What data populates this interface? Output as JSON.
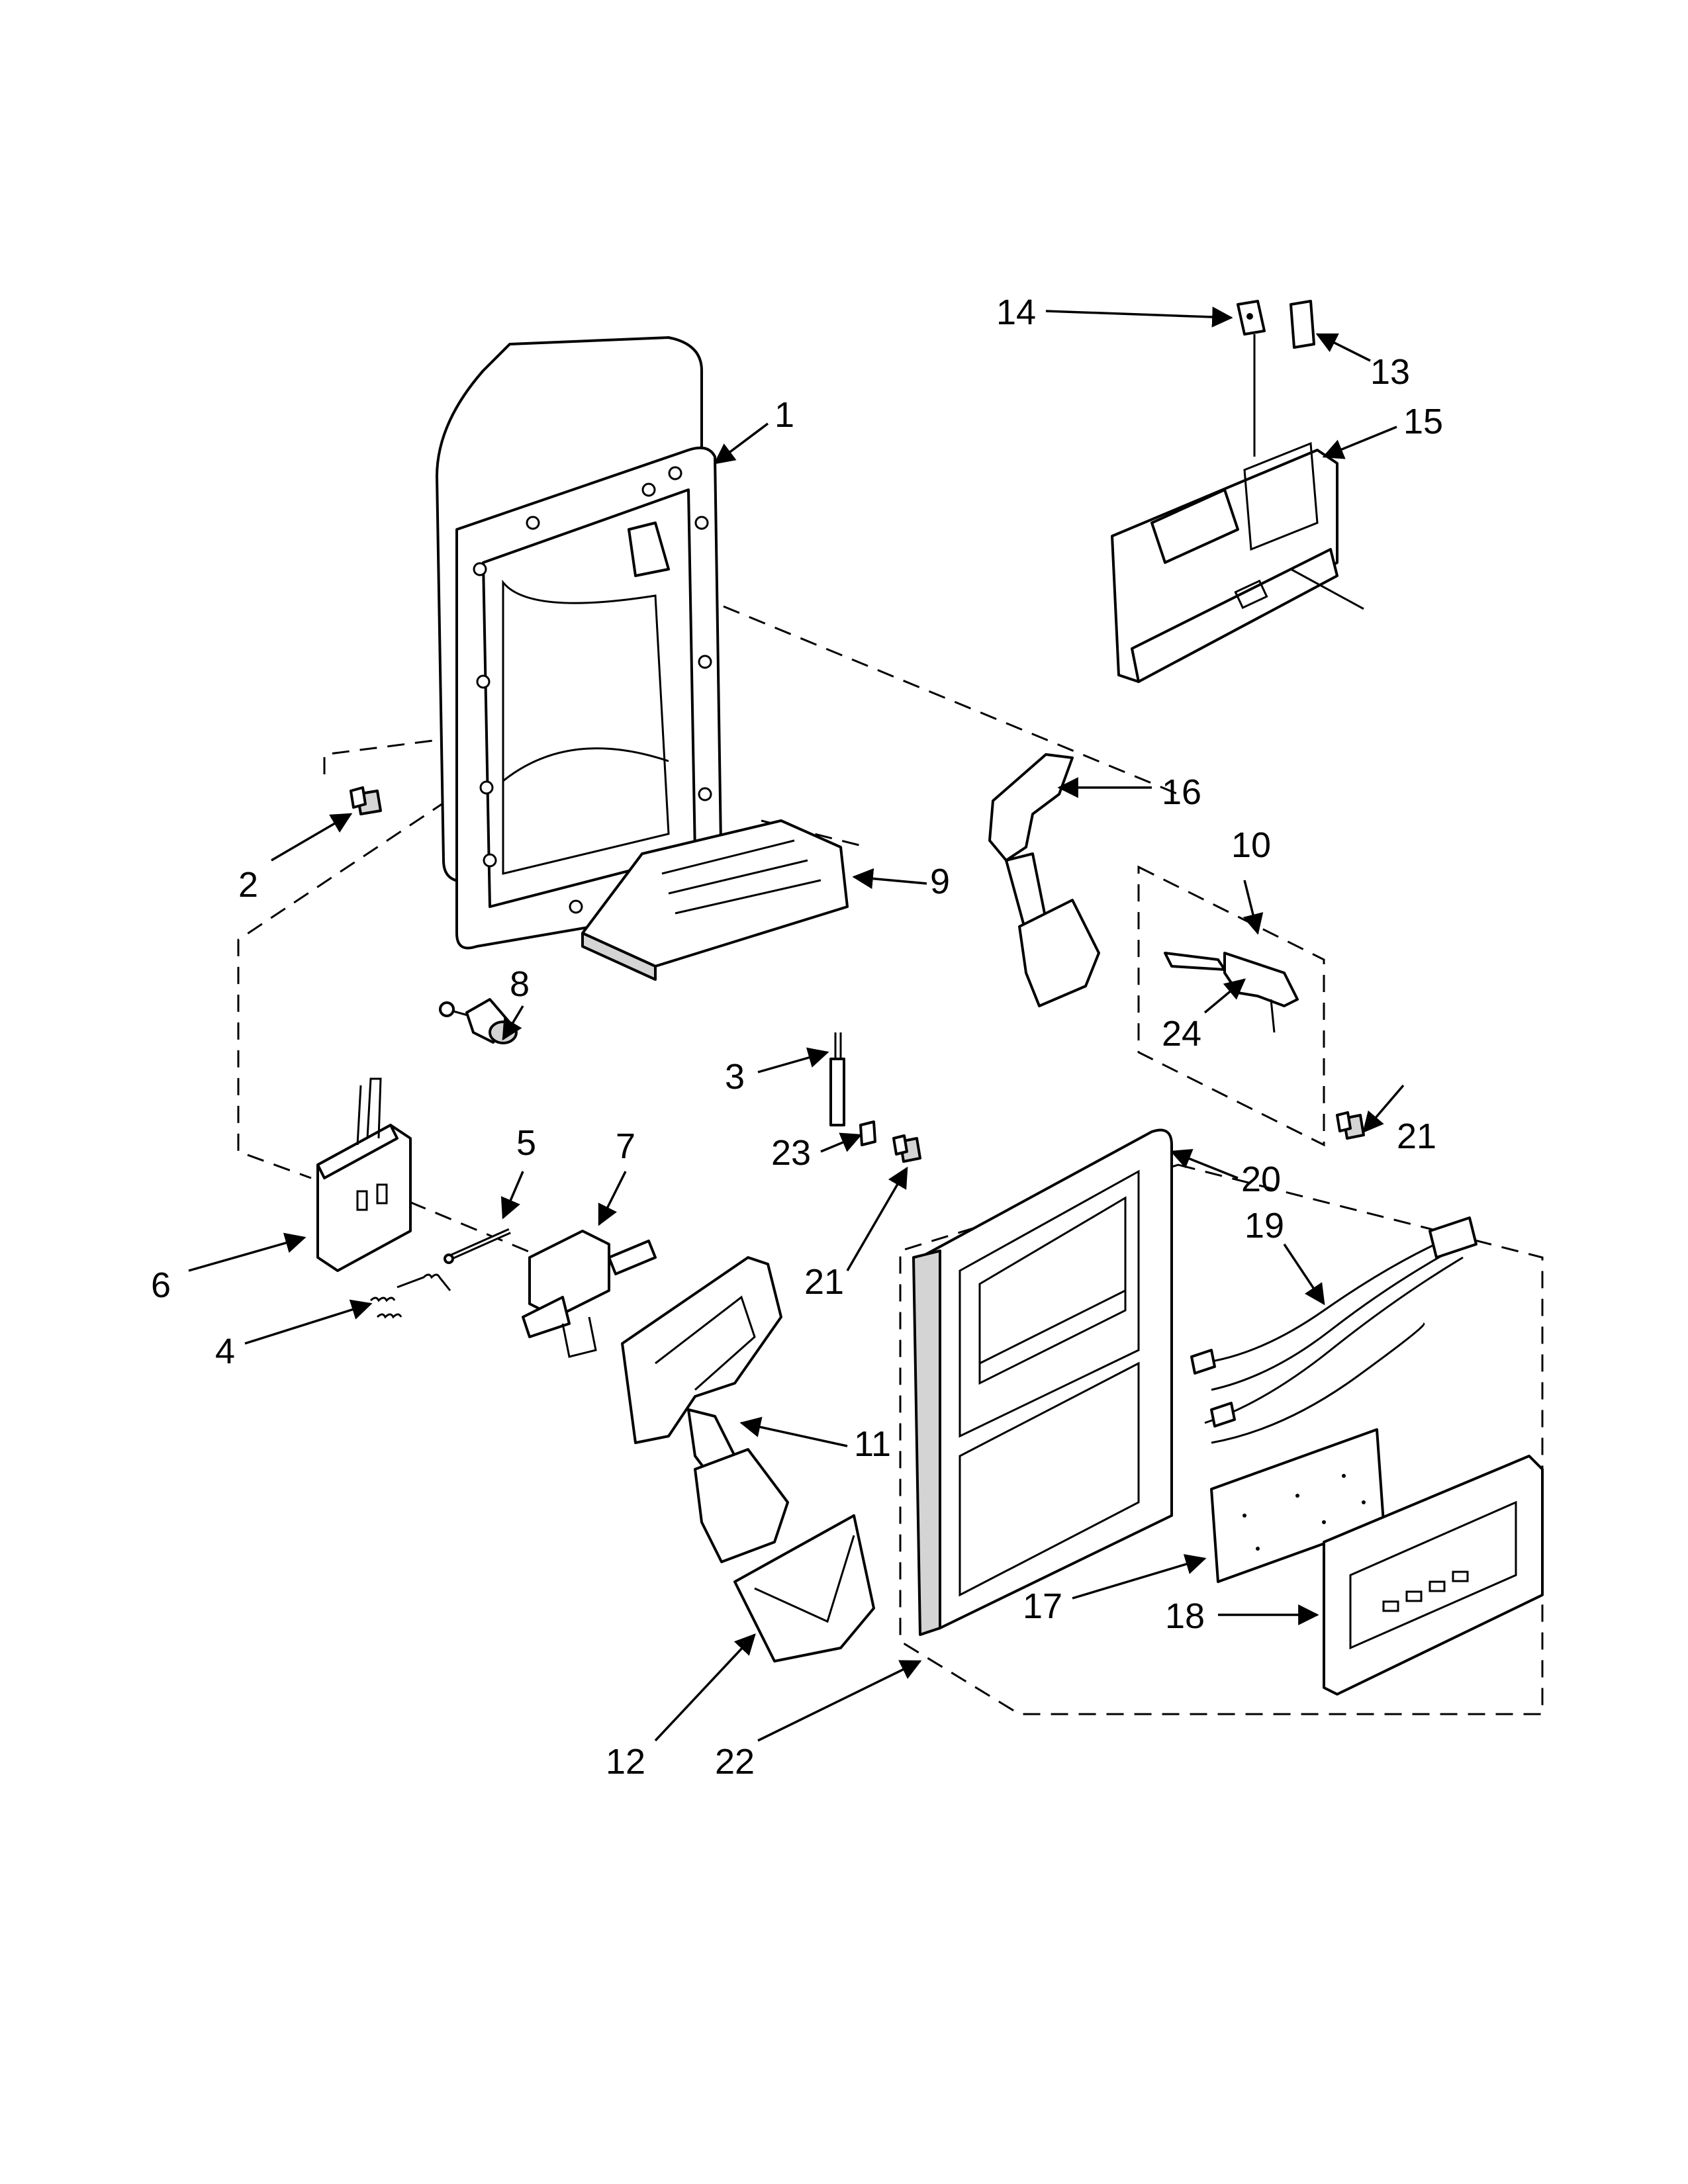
{
  "callouts": [
    "1",
    "2",
    "3",
    "4",
    "5",
    "6",
    "7",
    "8",
    "9",
    "10",
    "11",
    "12",
    "13",
    "14",
    "15",
    "16",
    "17",
    "18",
    "19",
    "20",
    "21",
    "21",
    "22",
    "23",
    "24"
  ]
}
